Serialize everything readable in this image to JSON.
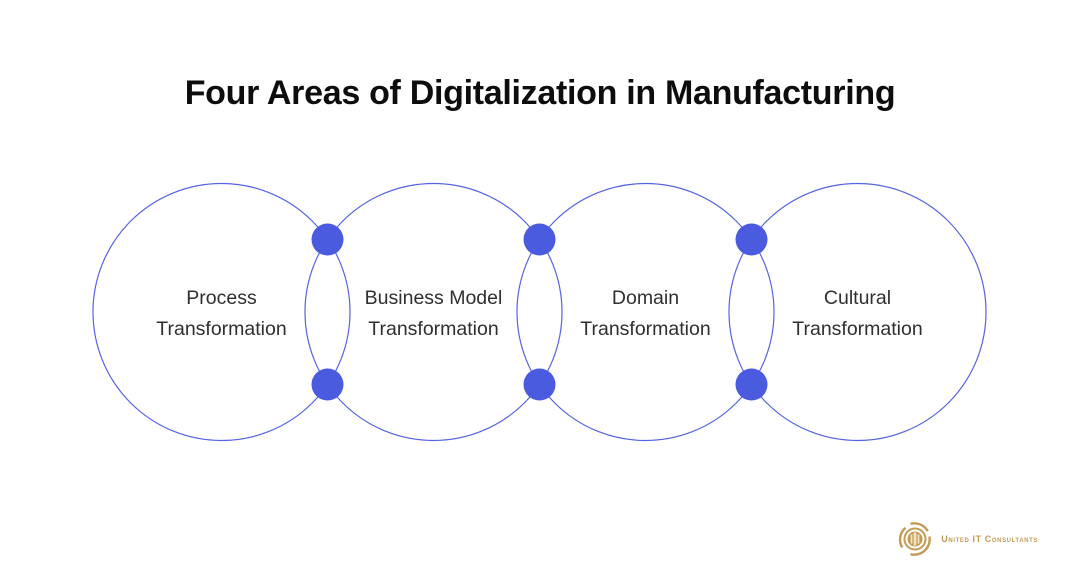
{
  "title": "Four Areas of Digitalization in Manufacturing",
  "circles": [
    {
      "label_line1": "Process",
      "label_line2": "Transformation"
    },
    {
      "label_line1": "Business Model",
      "label_line2": "Transformation"
    },
    {
      "label_line1": "Domain",
      "label_line2": "Transformation"
    },
    {
      "label_line1": "Cultural",
      "label_line2": "Transformation"
    }
  ],
  "logo": {
    "text": "United IT Consultants"
  },
  "colors": {
    "accent_blue": "#4A5BE0",
    "circle_stroke": "#5463E3",
    "label_text": "#2F2F2F",
    "title_text": "#0D0D0D",
    "logo_gold": "#C49A55",
    "logo_gold_light": "#F0E3C3",
    "background": "#FFFFFF"
  }
}
